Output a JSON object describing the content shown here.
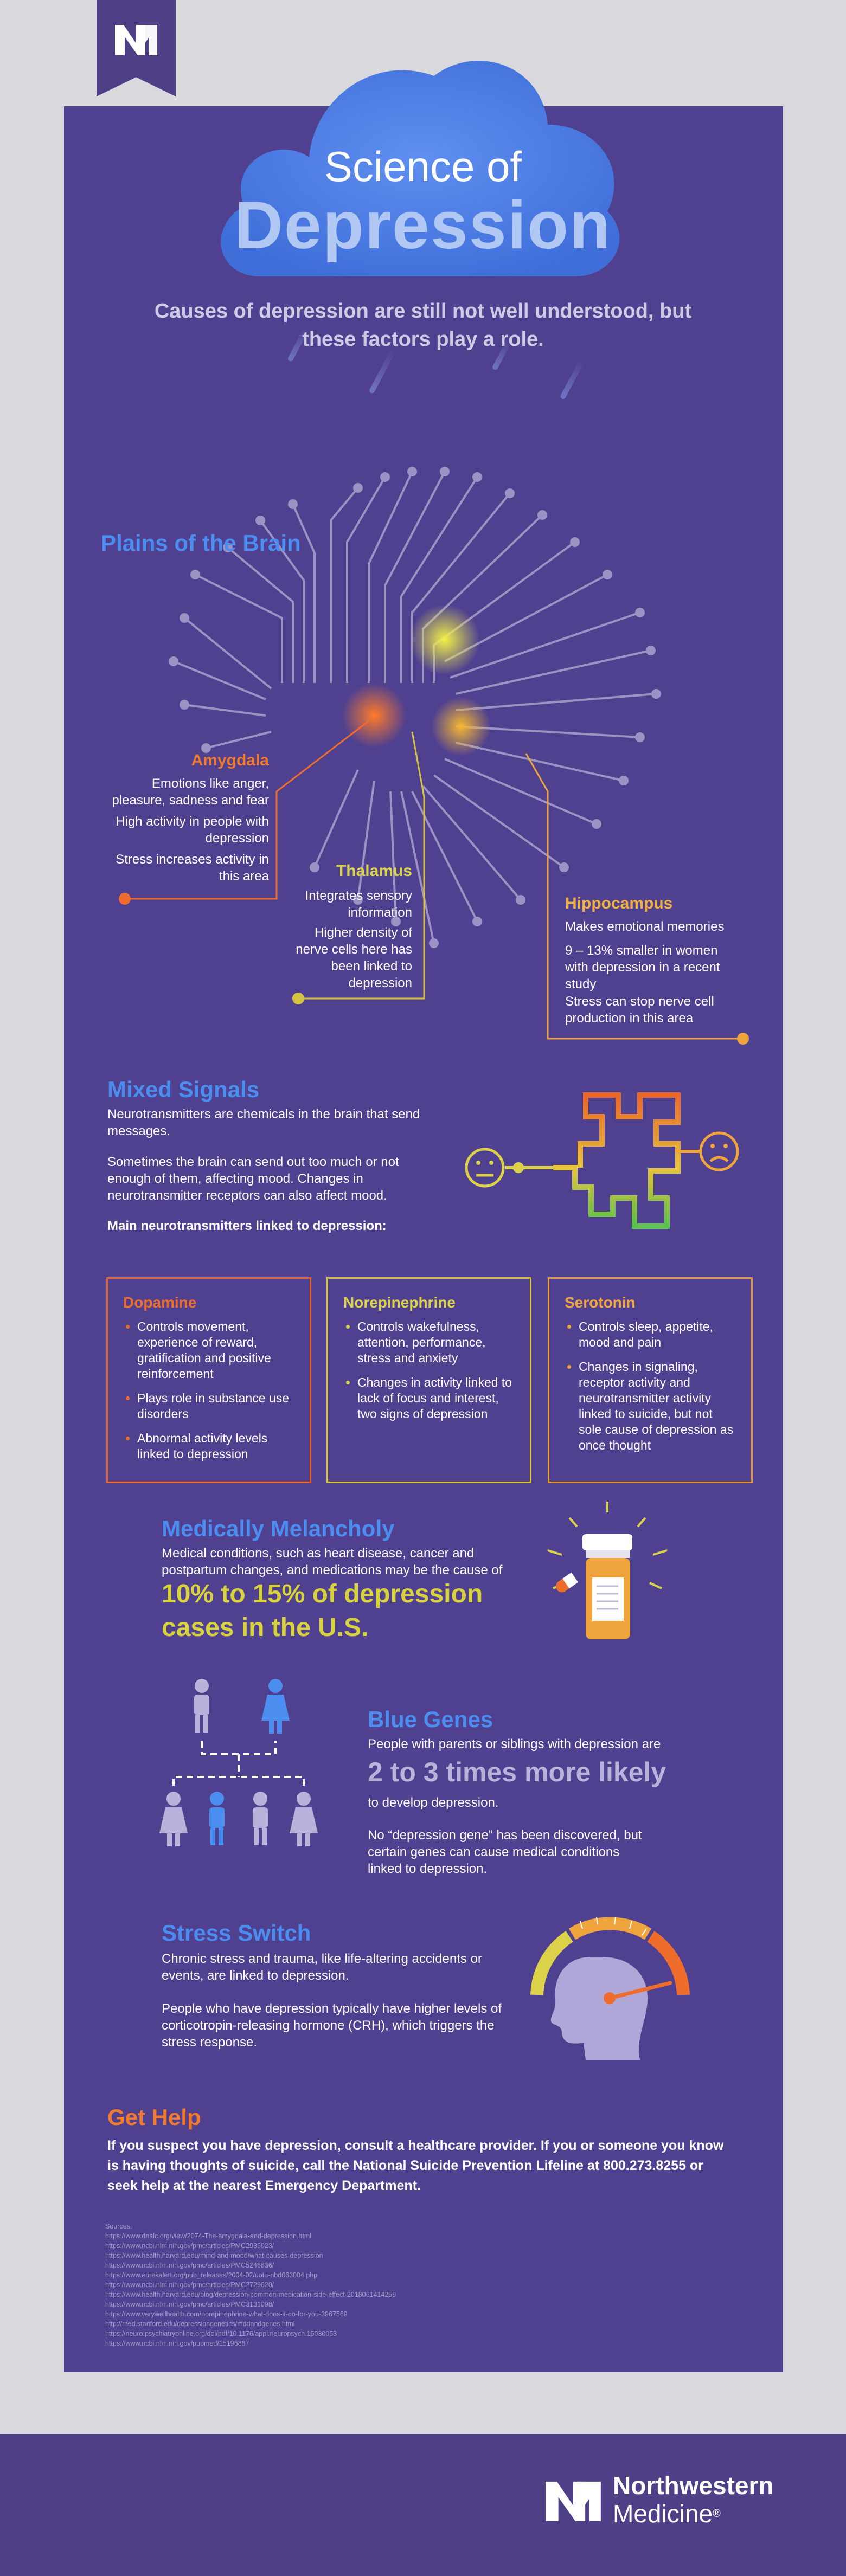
{
  "header": {
    "title_line1": "Science of",
    "title_line2": "Depression",
    "subtitle": "Causes of depression are still not well understood, but these factors play a role."
  },
  "brain": {
    "title": "Plains of the Brain",
    "amygdala": {
      "label": "Amygdala",
      "p1": "Emotions like anger, pleasure, sadness and fear",
      "p2": "High activity in people with depression",
      "p3": "Stress increases activity in this area"
    },
    "thalamus": {
      "label": "Thalamus",
      "p1": "Integrates sensory information",
      "p2": "Higher density of nerve cells here has been linked to depression"
    },
    "hippocampus": {
      "label": "Hippocampus",
      "p1": "Makes emotional memories",
      "p2": "9 – 13% smaller in women with depression in a recent study",
      "p3": "Stress can stop nerve cell production in this area"
    }
  },
  "mixed": {
    "title": "Mixed Signals",
    "p1": "Neurotransmitters are chemicals in the brain that send messages.",
    "p2": "Sometimes the brain can send out too much or not enough of them, affecting mood. Changes in neurotransmitter receptors can also affect mood.",
    "p3": "Main neurotransmitters linked to depression:"
  },
  "neurotransmitters": [
    {
      "name": "Dopamine",
      "items": [
        "Controls movement, experience of reward, gratification and positive reinforcement",
        "Plays role in substance use disorders",
        "Abnormal activity levels linked to depression"
      ]
    },
    {
      "name": "Norepinephrine",
      "items": [
        "Controls wakefulness, attention, performance, stress and anxiety",
        "Changes in activity linked to lack of focus and interest, two signs of depression"
      ]
    },
    {
      "name": "Serotonin",
      "items": [
        "Controls sleep, appetite, mood and pain",
        "Changes in signaling, receptor activity and neurotransmitter activity linked to suicide, but not sole cause of depression as once thought"
      ]
    }
  ],
  "melancholy": {
    "title": "Medically Melancholy",
    "p1": "Medical conditions, such as heart disease, cancer and postpartum changes, and medications may be the cause of",
    "stat": "10% to 15% of depression cases in the U.S."
  },
  "genes": {
    "title": "Blue Genes",
    "p1": "People with parents or siblings with depression are",
    "stat": "2 to 3 times more likely",
    "p2": "to develop depression.",
    "p3": "No “depression gene” has been discovered, but certain genes can cause medical conditions linked to depression."
  },
  "stress": {
    "title": "Stress Switch",
    "p1": "Chronic stress and trauma, like life-altering accidents or events, are linked to depression.",
    "p2": "People who have depression typically have higher levels of corticotropin-releasing hormone (CRH), which triggers the stress response."
  },
  "help": {
    "title": "Get Help",
    "text": "If you suspect you have depression, consult a healthcare provider. If you or someone you know is having thoughts of suicide, call the National Suicide Prevention Lifeline at 800.273.8255 or seek help at the nearest Emergency Department."
  },
  "sources": {
    "label": "Sources:",
    "links": [
      "https://www.dnalc.org/view/2074-The-amygdala-and-depression.html",
      "https://www.ncbi.nlm.nih.gov/pmc/articles/PMC2935023/",
      "https://www.health.harvard.edu/mind-and-mood/what-causes-depression",
      "https://www.ncbi.nlm.nih.gov/pmc/articles/PMC5248836/",
      "https://www.eurekalert.org/pub_releases/2004-02/uotu-nbd063004.php",
      "https://www.ncbi.nlm.nih.gov/pmc/articles/PMC2729620/",
      "https://www.health.harvard.edu/blog/depression-common-medication-side-effect-2018061414259",
      "https://www.ncbi.nlm.nih.gov/pmc/articles/PMC3131098/",
      "https://www.verywellhealth.com/norepinephrine-what-does-it-do-for-you-3967569",
      "http://med.stanford.edu/depressiongenetics/mddandgenes.html",
      "https://neuro.psychiatryonline.org/doi/pdf/10.1176/appi.neuropsych.15030053",
      "https://www.ncbi.nlm.nih.gov/pubmed/15196887"
    ]
  },
  "footer": {
    "brand_line1": "Northwestern",
    "brand_line2": "Medicine",
    "registered": "®"
  },
  "colors": {
    "panel": "#4f4090",
    "accent_blue": "#4c8df0",
    "orange": "#f07a2e",
    "yellow": "#d9d23f",
    "gold": "#f0b040"
  }
}
